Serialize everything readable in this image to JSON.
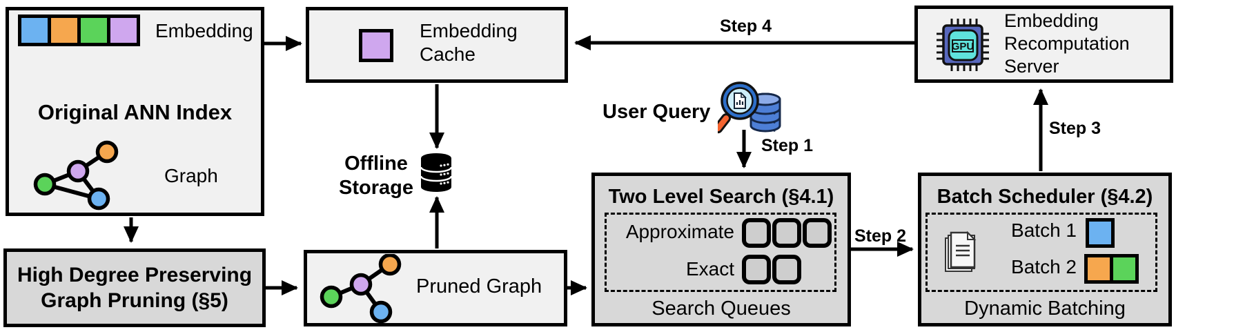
{
  "colors": {
    "box-light": "#f1f1f1",
    "box-dark": "#d8d8d8",
    "slot-fill": "#cecece",
    "blue": "#6cb2f1",
    "orange": "#f6a74e",
    "green": "#5bd35a",
    "purple": "#cfa7ee",
    "chip-body": "#5868bd",
    "chip-core": "#5fe3dc",
    "db-blue": "#4d7fd6",
    "db-blue-top": "#8cabe8",
    "db-outline": "#15284a",
    "lens-fill": "#cdeef9",
    "lens-rim": "#2d6fc9",
    "handle-orange": "#f46430",
    "line": "#000000"
  },
  "nodes": {
    "original_index": {
      "embedding_label": "Embedding",
      "title": "Original ANN Index",
      "graph_label": "Graph"
    },
    "embedding_cache": {
      "label": "Embedding\nCache"
    },
    "recomputation_server": {
      "label": "Embedding\nRecomputation\nServer",
      "gpu_label": "GPU"
    },
    "offline_storage": {
      "label": "Offline\nStorage"
    },
    "user_query": {
      "label": "User Query"
    },
    "two_level_search": {
      "title": "Two Level Search (§4.1)",
      "approximate_label": "Approximate",
      "exact_label": "Exact",
      "caption": "Search Queues",
      "approximate_slots": 3,
      "exact_slots": 2
    },
    "batch_scheduler": {
      "title": "Batch Scheduler (§4.2)",
      "batch1_label": "Batch 1",
      "batch2_label": "Batch 2",
      "caption": "Dynamic Batching"
    },
    "graph_pruning": {
      "title": "High Degree Preserving\nGraph Pruning (§5)"
    },
    "pruned_graph": {
      "label": "Pruned Graph"
    }
  },
  "steps": {
    "step1": "Step 1",
    "step2": "Step 2",
    "step3": "Step 3",
    "step4": "Step 4"
  }
}
